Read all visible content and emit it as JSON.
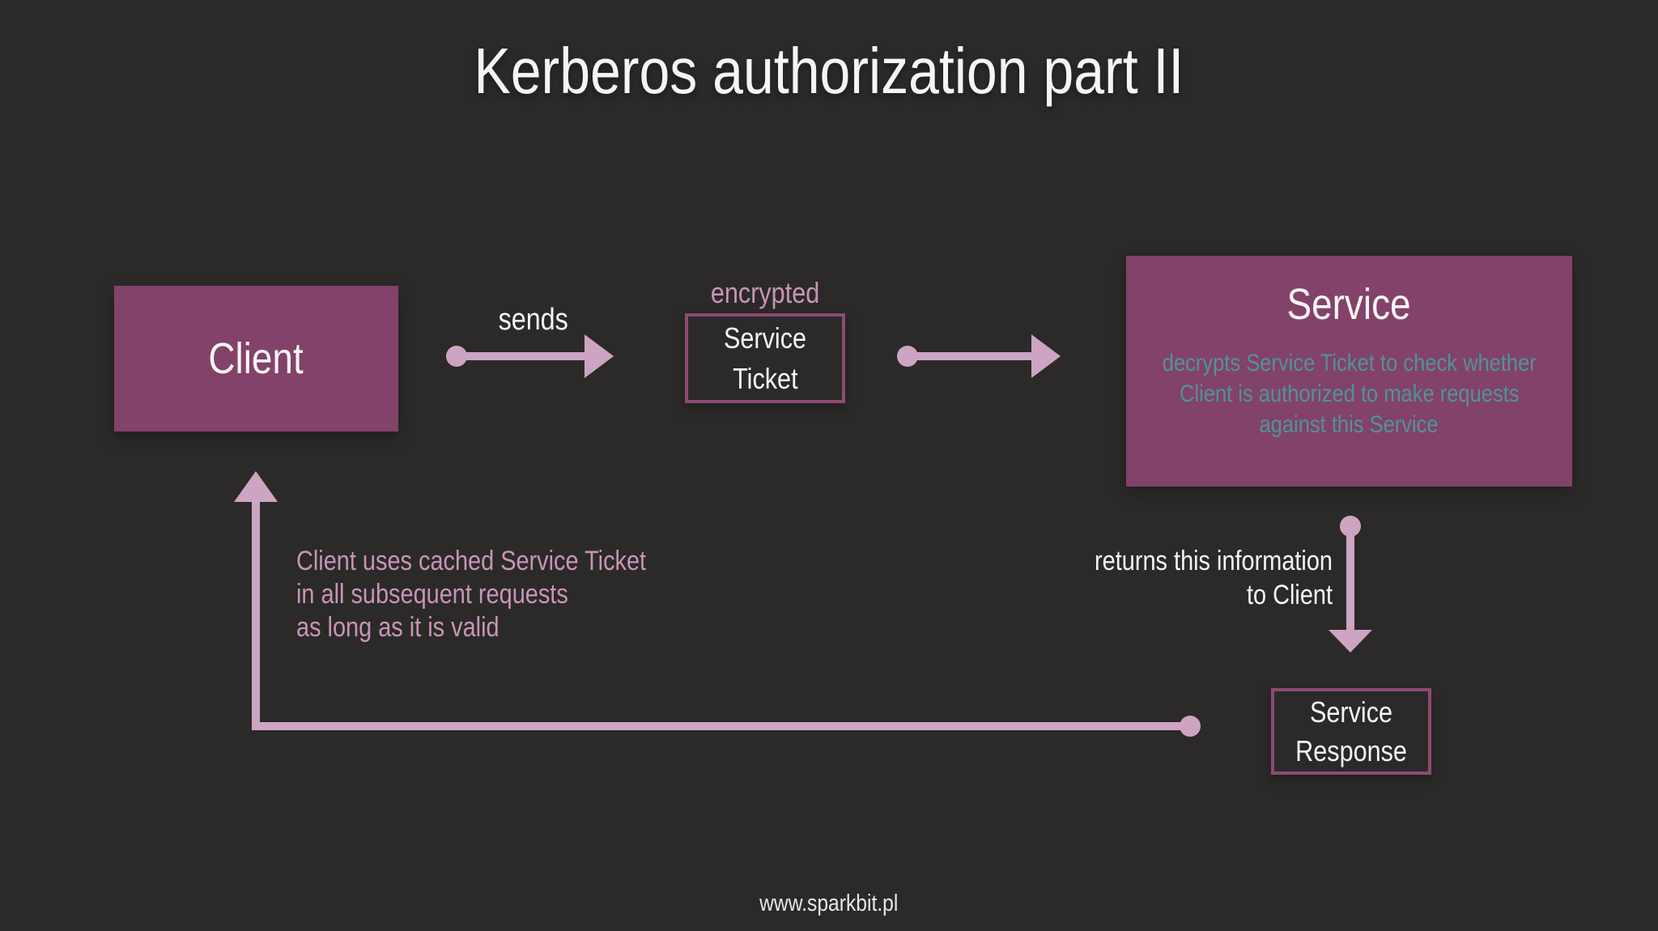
{
  "colors": {
    "background": "#2b2a29",
    "box-fill": "#834269",
    "box-border": "#8e4a72",
    "connector": "#cda4c2",
    "pink-text": "#c994b6",
    "teal-text": "#4f939b",
    "white-text": "#f7f5f4"
  },
  "title": "Kerberos authorization part II",
  "nodes": {
    "client": {
      "label": "Client"
    },
    "service_ticket": {
      "caption": "encrypted",
      "line1": "Service",
      "line2": "Ticket"
    },
    "service": {
      "title": "Service",
      "desc_line1": "decrypts Service Ticket to check whether",
      "desc_line2": "Client is authorized to make requests",
      "desc_line3": "against this Service"
    },
    "service_response": {
      "line1": "Service",
      "line2": "Response"
    }
  },
  "labels": {
    "sends": "sends",
    "returns_line1": "returns this information",
    "returns_line2": "to Client",
    "cached_line1": "Client uses cached Service Ticket",
    "cached_line2": "in all subsequent requests",
    "cached_line3": "as long as it is valid"
  },
  "footer": {
    "url": "www.sparkbit.pl"
  }
}
